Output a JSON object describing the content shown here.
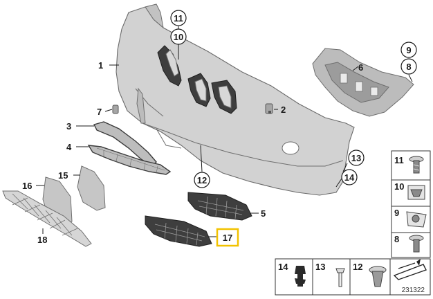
{
  "callouts": {
    "c1": "1",
    "c2": "2",
    "c3": "3",
    "c4": "4",
    "c5": "5",
    "c6": "6",
    "c7": "7",
    "c8": "8",
    "c9": "9",
    "c10": "10",
    "c11": "11",
    "c12": "12",
    "c13": "13",
    "c14": "14",
    "c15": "15",
    "c16": "16",
    "c17": "17",
    "c18": "18"
  },
  "highlight_color": "#f2c200",
  "legend": {
    "right": [
      "11",
      "10",
      "9",
      "8"
    ],
    "bottom": [
      "14",
      "13",
      "12"
    ]
  },
  "reference_number": "231322"
}
